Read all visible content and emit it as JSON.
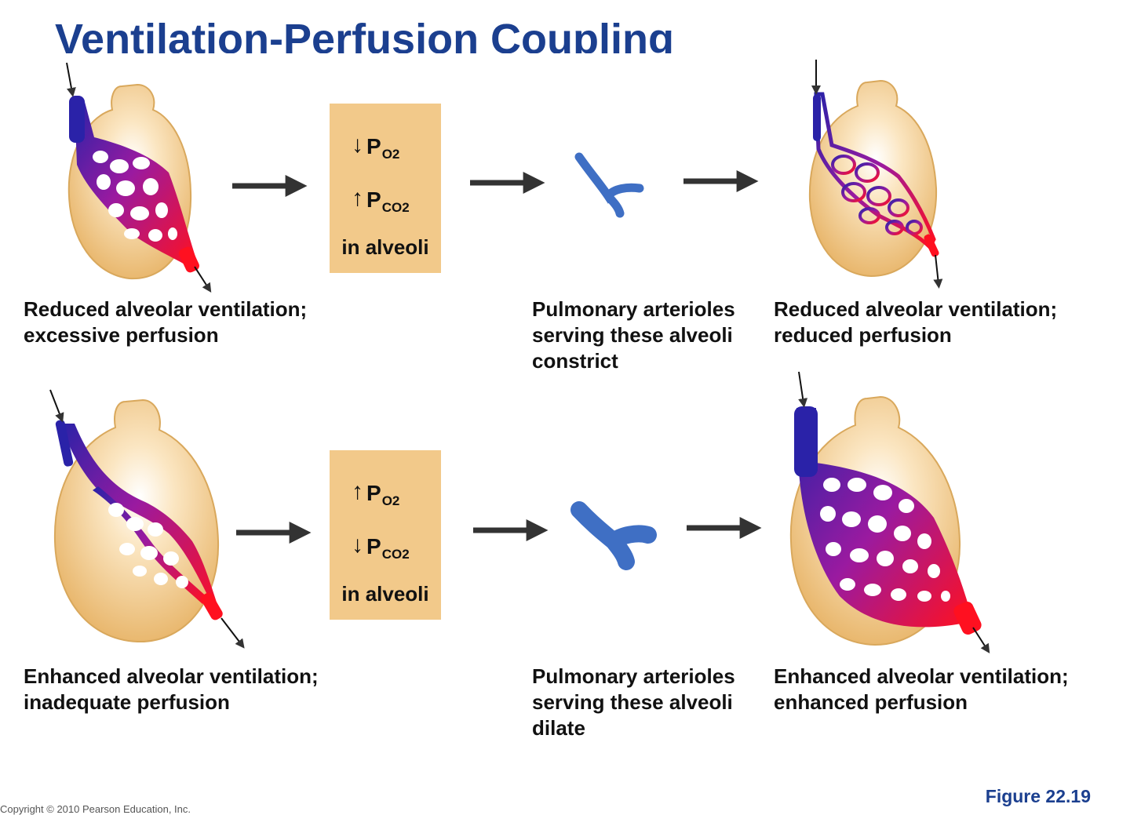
{
  "title": "Ventilation-Perfusion Coupling",
  "rows": [
    {
      "condition_line1": "Reduced alveolar ventilation;",
      "condition_line2": "excessive perfusion",
      "box": {
        "po2_dir": "↓",
        "po2_label": "P",
        "po2_sub": "O2",
        "pco2_dir": "↑",
        "pco2_label": "P",
        "pco2_sub": "CO2",
        "location": "in alveoli"
      },
      "response_line1": "Pulmonary arterioles",
      "response_line2": "serving these alveoli",
      "response_line3": "constrict",
      "result_line1": "Reduced alveolar ventilation;",
      "result_line2": "reduced perfusion"
    },
    {
      "condition_line1": "Enhanced alveolar ventilation;",
      "condition_line2": "inadequate perfusion",
      "box": {
        "po2_dir": "↑",
        "po2_label": "P",
        "po2_sub": "O2",
        "pco2_dir": "↓",
        "pco2_label": "P",
        "pco2_sub": "CO2",
        "location": "in alveoli"
      },
      "response_line1": "Pulmonary arterioles",
      "response_line2": "serving these alveoli",
      "response_line3": "dilate",
      "result_line1": "Enhanced alveolar ventilation;",
      "result_line2": "enhanced perfusion"
    }
  ],
  "figure_label": "Figure 22.19",
  "copyright": "Copyright © 2010 Pearson Education, Inc.",
  "colors": {
    "title": "#1b3f8f",
    "alveolus": "#f2c98a",
    "deoxygenated_blood": "#2a22a8",
    "oxygenated_blood": "#ff1020",
    "arteriole": "#3f6fc4",
    "arrow": "#333333"
  }
}
